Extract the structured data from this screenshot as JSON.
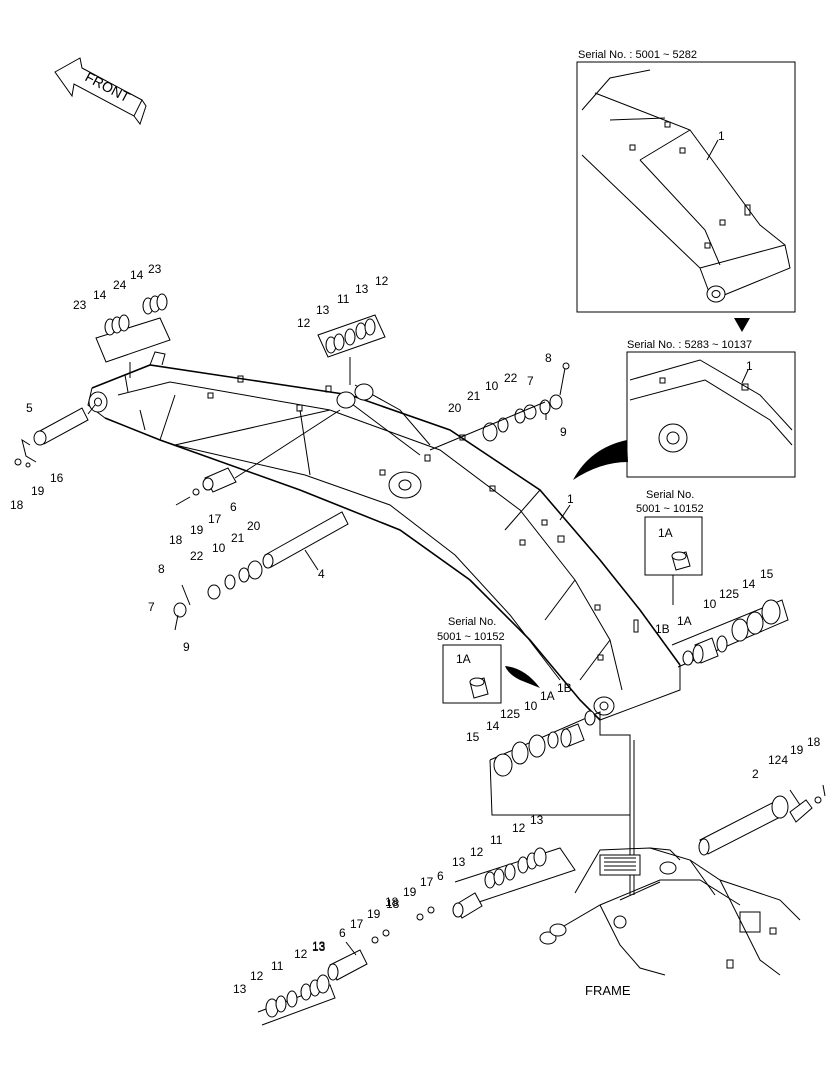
{
  "front_label": "FRONT",
  "frame_label": "FRAME",
  "insets": {
    "top": {
      "serial": "Serial No. : 5001 ~ 5282",
      "part": "1"
    },
    "middle": {
      "serial": "Serial No. : 5283 ~ 10137",
      "part": "1"
    },
    "small_right": {
      "serial_line1": "Serial No.",
      "serial_line2": "5001 ~ 10152",
      "part": "1A"
    },
    "small_left": {
      "serial_line1": "Serial No.",
      "serial_line2": "5001 ~ 10152",
      "part": "1A"
    }
  },
  "callouts": [
    "23",
    "14",
    "24",
    "14",
    "23",
    "12",
    "13",
    "11",
    "13",
    "12",
    "8",
    "20",
    "21",
    "10",
    "22",
    "7",
    "9",
    "5",
    "16",
    "19",
    "18",
    "6",
    "17",
    "19",
    "18",
    "20",
    "21",
    "10",
    "22",
    "8",
    "7",
    "9",
    "4",
    "1",
    "1B",
    "1A",
    "10",
    "125",
    "14",
    "15",
    "15",
    "14",
    "125",
    "10",
    "1A",
    "1B",
    "2",
    "124",
    "19",
    "18",
    "13",
    "12",
    "11",
    "12",
    "13",
    "13",
    "6",
    "17",
    "19",
    "18",
    "19",
    "18",
    "17",
    "6",
    "13",
    "12",
    "11",
    "12",
    "13"
  ]
}
